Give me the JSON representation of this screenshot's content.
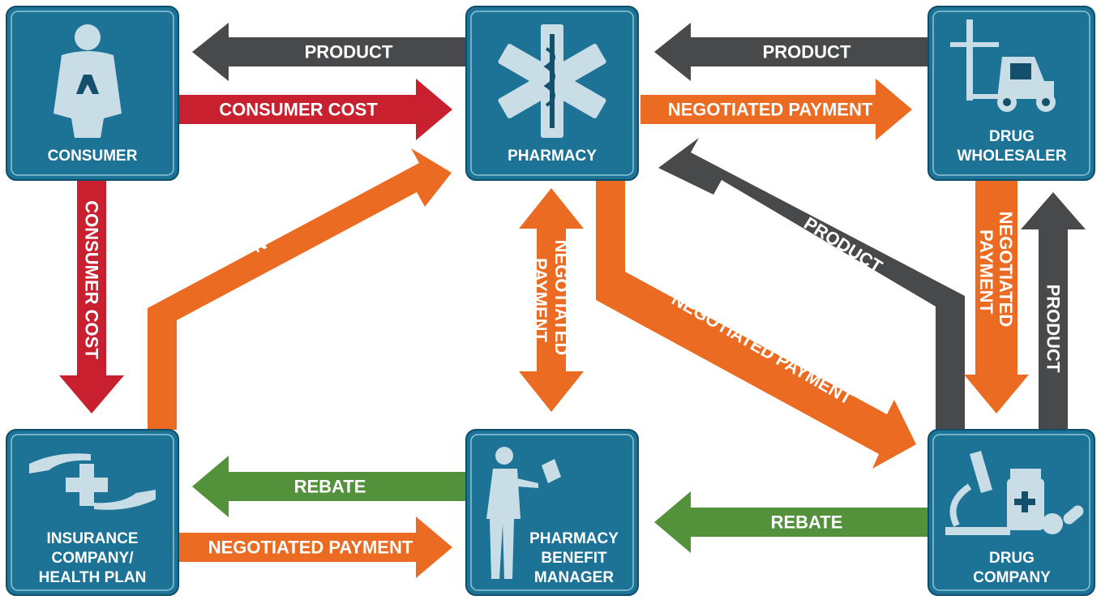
{
  "colors": {
    "box": "#1d7396",
    "product": "#47494b",
    "consumer_cost": "#c8202f",
    "negotiated_payment": "#ec6b22",
    "rebate": "#53913a"
  },
  "nodes": {
    "consumer": {
      "lines": [
        "CONSUMER"
      ],
      "icon": "consumer-person-icon"
    },
    "pharmacy": {
      "lines": [
        "PHARMACY"
      ],
      "icon": "star-of-life-icon"
    },
    "wholesaler": {
      "lines": [
        "DRUG",
        "WHOLESALER"
      ],
      "icon": "forklift-icon"
    },
    "insurance": {
      "lines": [
        "INSURANCE",
        "COMPANY/",
        "HEALTH PLAN"
      ],
      "icon": "hands-cross-icon"
    },
    "pbm": {
      "lines": [
        "PHARMACY",
        "BENEFIT",
        "MANAGER"
      ],
      "icon": "businesswoman-icon"
    },
    "drugco": {
      "lines": [
        "DRUG",
        "COMPANY"
      ],
      "icon": "microscope-pills-icon"
    }
  },
  "edges": {
    "pharmacy_to_consumer": "PRODUCT",
    "consumer_to_pharmacy": "CONSUMER COST",
    "wholesaler_to_pharmacy": "PRODUCT",
    "pharmacy_to_wholesaler": "NEGOTIATED PAYMENT",
    "consumer_to_insurance": "CONSUMER COST",
    "insurance_to_pharmacy": "NEGOTIATED PAYMENT",
    "pharmacy_pbm": [
      "NEGOTIATED",
      "PAYMENT"
    ],
    "pharmacy_to_drugco": "NEGOTIATED PAYMENT",
    "drugco_to_pharmacy": "PRODUCT",
    "wholesaler_to_drugco": [
      "NEGOTIATED",
      "PAYMENT"
    ],
    "drugco_to_wholesaler": "PRODUCT",
    "pbm_to_insurance": "REBATE",
    "insurance_to_pbm": "NEGOTIATED PAYMENT",
    "drugco_to_pbm": "REBATE"
  }
}
